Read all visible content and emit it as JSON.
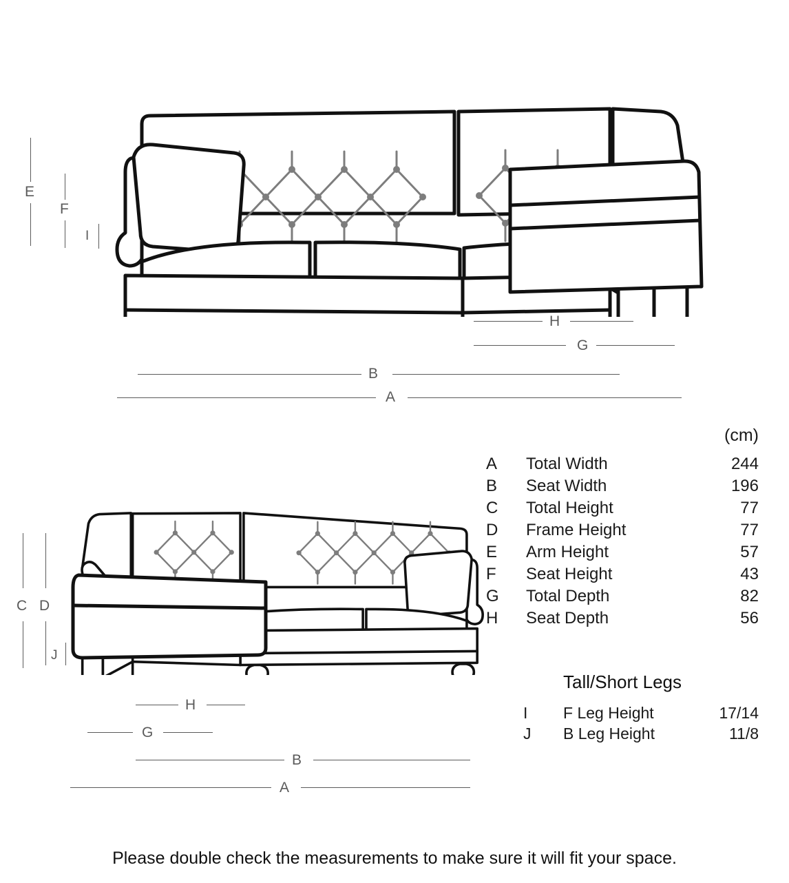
{
  "units_header": "(cm)",
  "spec_table": {
    "rows": [
      {
        "key": "A",
        "label": "Total Width",
        "value": "244"
      },
      {
        "key": "B",
        "label": "Seat Width",
        "value": "196"
      },
      {
        "key": "C",
        "label": "Total Height",
        "value": "77"
      },
      {
        "key": "D",
        "label": "Frame Height",
        "value": "77"
      },
      {
        "key": "E",
        "label": "Arm Height",
        "value": "57"
      },
      {
        "key": "F",
        "label": "Seat Height",
        "value": "43"
      },
      {
        "key": "G",
        "label": "Total Depth",
        "value": "82"
      },
      {
        "key": "H",
        "label": "Seat Depth",
        "value": "56"
      }
    ]
  },
  "legs_section": {
    "title": "Tall/Short Legs",
    "rows": [
      {
        "key": "I",
        "label": "F Leg Height",
        "value": "17/14"
      },
      {
        "key": "J",
        "label": "B Leg Height",
        "value": "11/8"
      }
    ]
  },
  "footer_note": "Please double check the measurements to make sure it will fit your space.",
  "top_diagram": {
    "vertical_dims": [
      {
        "key": "E"
      },
      {
        "key": "F"
      },
      {
        "key": "I"
      }
    ],
    "horizontal_dims": [
      {
        "key": "H"
      },
      {
        "key": "G"
      },
      {
        "key": "B"
      },
      {
        "key": "A"
      }
    ]
  },
  "bottom_diagram": {
    "vertical_dims": [
      {
        "key": "C"
      },
      {
        "key": "D"
      },
      {
        "key": "J"
      }
    ],
    "horizontal_dims": [
      {
        "key": "H"
      },
      {
        "key": "G"
      },
      {
        "key": "B"
      },
      {
        "key": "A"
      }
    ]
  },
  "colors": {
    "outline": "#111111",
    "tufting": "#7d7d7d",
    "dimension": "#5a5a5a",
    "text": "#1a1a1a",
    "background": "#ffffff"
  }
}
